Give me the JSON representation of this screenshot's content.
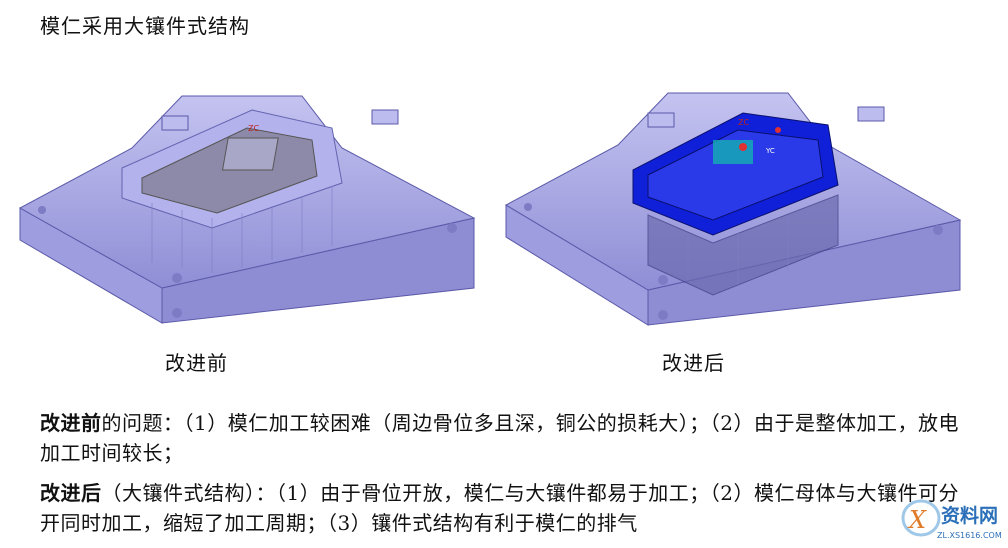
{
  "title": "模仁采用大镶件式结构",
  "figures": {
    "before_caption": "改进前",
    "after_caption": "改进后",
    "axis_label_left": "ZC",
    "axis_label_right": "ZC",
    "axis_label_right_2": "YC"
  },
  "paragraph1": {
    "lead": "改进前",
    "text": "的问题：（1）模仁加工较困难（周边骨位多且深，铜公的损耗大）；（2）由于是整体加工，放电加工时间较长；"
  },
  "paragraph2": {
    "lead": "改进后",
    "text": "（大镶件式结构）：（1）由于骨位开放，模仁与大镶件都易于加工；（2）模仁母体与大镶件可分开同时加工，缩短了加工周期；（3）镶件式结构有利于模仁的排气"
  },
  "watermark": {
    "name": "资料网",
    "url": "ZL.XS1616.COM"
  },
  "colors": {
    "mold_fill": "#a9a8e6",
    "mold_edge": "#5a59a8",
    "insert_blue": "#1020d8"
  }
}
